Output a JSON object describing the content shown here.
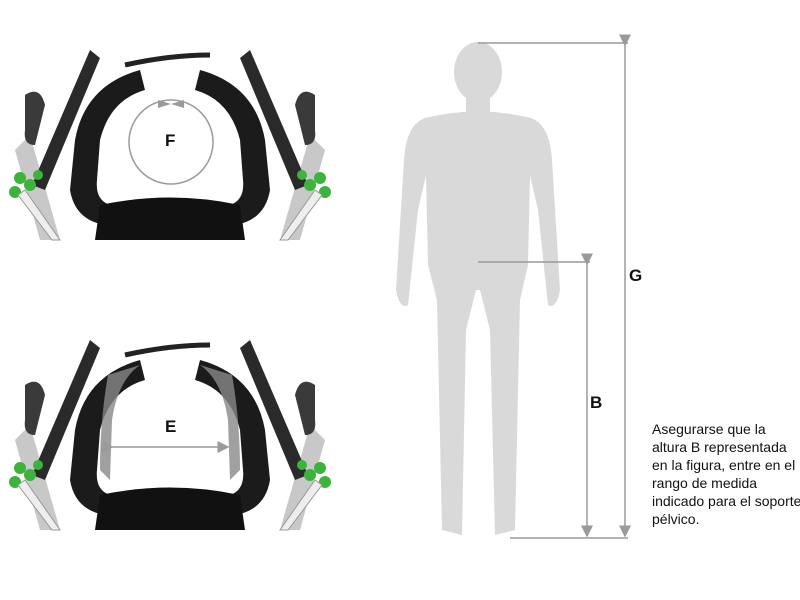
{
  "labels": {
    "f": "F",
    "e": "E",
    "g": "G",
    "b": "B"
  },
  "note": "Asegurarse que la altura B representada en la figura, entre en el rango de medida indicado para el soporte pélvico.",
  "colors": {
    "silhouette": "#d9d9d9",
    "dimension_line": "#9a9a9a",
    "pad": "#1b1b1b",
    "accent_green": "#3cb43c"
  }
}
